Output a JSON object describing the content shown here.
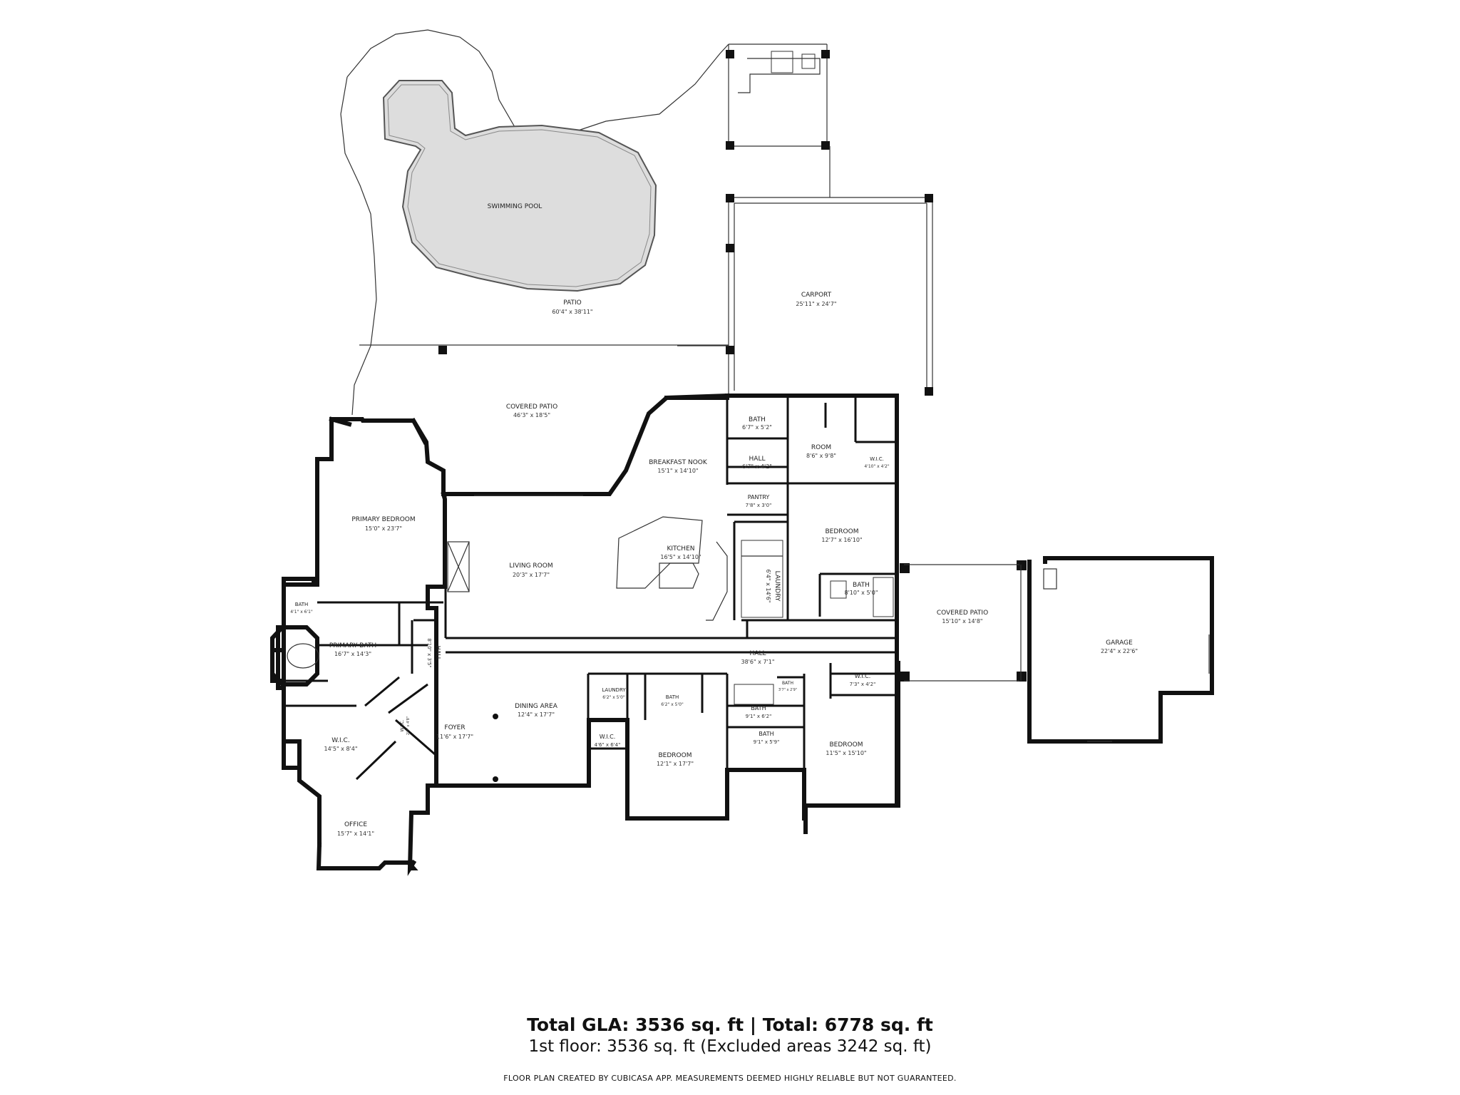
{
  "rooms": {
    "swimming_pool": {
      "name": "SWIMMING POOL",
      "dim": ""
    },
    "patio": {
      "name": "PATIO",
      "dim": "60'4\" x 38'11\""
    },
    "carport": {
      "name": "CARPORT",
      "dim": "25'11\" x 24'7\""
    },
    "covered_patio_rear": {
      "name": "COVERED PATIO",
      "dim": "46'3\" x 18'5\""
    },
    "bath_upper": {
      "name": "BATH",
      "dim": "6'7\" x 5'2\""
    },
    "hall_upper": {
      "name": "HALL",
      "dim": "6'7\" x 4'2\""
    },
    "room": {
      "name": "ROOM",
      "dim": "8'6\" x 9'8\""
    },
    "wic_upper": {
      "name": "W.I.C.",
      "dim": "4'10\" x 4'2\""
    },
    "breakfast_nook": {
      "name": "BREAKFAST NOOK",
      "dim": "15'1\" x 14'10\""
    },
    "pantry": {
      "name": "PANTRY",
      "dim": "7'8\" x 3'0\""
    },
    "primary_bedroom": {
      "name": "PRIMARY BEDROOM",
      "dim": "15'0\" x 23'7\""
    },
    "living_room": {
      "name": "LIVING ROOM",
      "dim": "20'3\" x 17'7\""
    },
    "kitchen": {
      "name": "KITCHEN",
      "dim": "16'5\" x 14'10\""
    },
    "laundry_main": {
      "name": "LAUNDRY",
      "dim": "6'4\" x 14'6\""
    },
    "bedroom_east": {
      "name": "BEDROOM",
      "dim": "12'7\" x 16'10\""
    },
    "bath_east": {
      "name": "BATH",
      "dim": "8'10\" x 5'0\""
    },
    "covered_patio_side": {
      "name": "COVERED PATIO",
      "dim": "15'10\" x 14'8\""
    },
    "garage": {
      "name": "GARAGE",
      "dim": "22'4\" x 22'6\""
    },
    "bath_small": {
      "name": "BATH",
      "dim": "4'1\" x 6'1\""
    },
    "primary_bath": {
      "name": "PRIMARY BATH",
      "dim": "16'7\" x 14'3\""
    },
    "hall_small": {
      "name": "HALL",
      "dim": "8'10\" x 3'5\""
    },
    "hall_main": {
      "name": "HALL",
      "dim": "38'6\" x 7'1\""
    },
    "laundry_small": {
      "name": "LAUNDRY",
      "dim": "6'2\" x 5'0\""
    },
    "bath_a": {
      "name": "BATH",
      "dim": "6'2\" x 5'0\""
    },
    "bath_tiny": {
      "name": "BATH",
      "dim": "3'7\" x 2'9\""
    },
    "bath_b": {
      "name": "BATH",
      "dim": "9'1\" x 6'2\""
    },
    "bath_c": {
      "name": "BATH",
      "dim": "9'1\" x 5'9\""
    },
    "wic_east": {
      "name": "W.I.C.",
      "dim": "7'3\" x 4'2\""
    },
    "dining_area": {
      "name": "DINING AREA",
      "dim": "12'4\" x 17'7\""
    },
    "foyer": {
      "name": "FOYER",
      "dim": "11'6\" x 17'7\""
    },
    "wic_primary": {
      "name": "W.I.C.",
      "dim": "14'5\" x 8'4\""
    },
    "wic_mid": {
      "name": "W.I.C.",
      "dim": "4'6\" x 6'4\""
    },
    "bedroom_mid": {
      "name": "BEDROOM",
      "dim": "12'1\" x 17'7\""
    },
    "bedroom_se": {
      "name": "BEDROOM",
      "dim": "11'5\" x 15'10\""
    },
    "office": {
      "name": "OFFICE",
      "dim": "15'7\" x 14'1\""
    },
    "wic_diag": {
      "name": "W.I.C.",
      "dim": "2'8\" x 4'8\""
    }
  },
  "footer": {
    "total": "Total GLA: 3536 sq. ft | Total: 6778 sq. ft",
    "floor": "1st floor: 3536 sq. ft (Excluded areas 3242 sq. ft)",
    "disclaimer": "FLOOR PLAN CREATED BY CUBICASA APP. MEASUREMENTS DEEMED HIGHLY RELIABLE BUT NOT GUARANTEED."
  },
  "colors": {
    "wall": "#111111",
    "pool_fill": "#dddddd",
    "background": "#ffffff"
  }
}
